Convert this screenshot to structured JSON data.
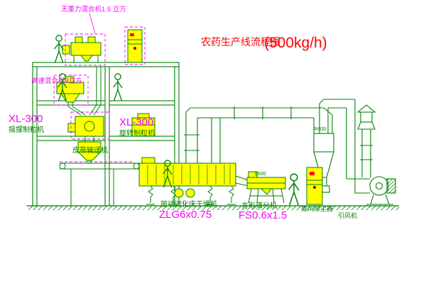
{
  "title": {
    "name": "农药生产线流程图",
    "capacity": "(500kg/h)"
  },
  "equipment": {
    "mixer_top": {
      "label": "无重力混合机1.5 立方"
    },
    "mixer_high_speed": {
      "label": "高速混合机3立方"
    },
    "granulator_swing": {
      "model": "XL-300",
      "name": "摇摆制粒机"
    },
    "granulator_rotary": {
      "model": "XL-300",
      "name": "旋转制粒机"
    },
    "belt_conveyor": {
      "name": "皮带输送机"
    },
    "fluid_bed_dryer": {
      "name": "振动流化床干燥机",
      "model": "ZLG6x0.75"
    },
    "square_sieve": {
      "name": "方形筛分机",
      "model": "FS0.6x1.5",
      "dim": "1500"
    },
    "cyclone": {
      "name": "旋风除尘器",
      "dim": "Φ600"
    },
    "fan": {
      "name": "引风机"
    }
  },
  "colors": {
    "line_green": "#008000",
    "equipment_yellow": "#ffff00",
    "label_magenta": "#ff00ff",
    "title_red": "#ff0000",
    "background": "#ffffff"
  }
}
